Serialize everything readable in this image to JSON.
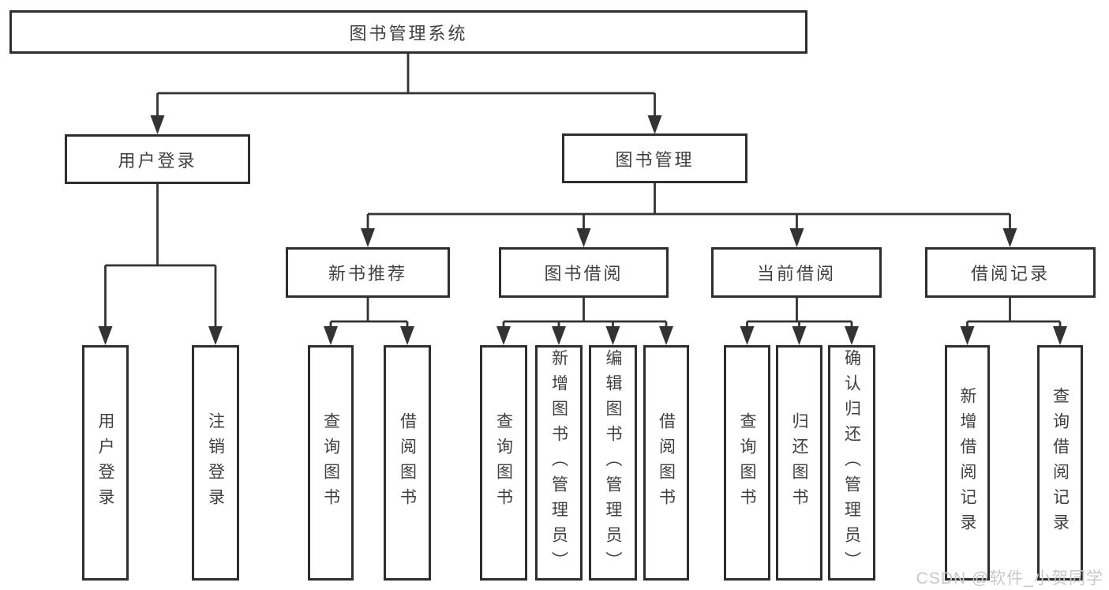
{
  "colors": {
    "line": "#333333",
    "box_border": "#2e2e2e",
    "text": "#404040",
    "background": "#ffffff",
    "watermark_text_color": "#c8c8c8"
  },
  "diagram": {
    "root": {
      "label": "图书管理系统"
    },
    "level2": [
      {
        "label": "用户登录"
      },
      {
        "label": "图书管理"
      }
    ],
    "level3": [
      {
        "label": "新书推荐"
      },
      {
        "label": "图书借阅"
      },
      {
        "label": "当前借阅"
      },
      {
        "label": "借阅记录"
      }
    ],
    "leaves": [
      {
        "label": "用户登录"
      },
      {
        "label": "注销登录"
      },
      {
        "label": "查询图书"
      },
      {
        "label": "借阅图书"
      },
      {
        "label": "查询图书"
      },
      {
        "label": "新增图书（管理员）"
      },
      {
        "label": "编辑图书（管理员）"
      },
      {
        "label": "借阅图书"
      },
      {
        "label": "查询图书"
      },
      {
        "label": "归还图书"
      },
      {
        "label": "确认归还（管理员）"
      },
      {
        "label": "新增借阅记录"
      },
      {
        "label": "查询借阅记录"
      }
    ]
  },
  "watermark": {
    "text": "CSDN @软件_小贺同学"
  }
}
